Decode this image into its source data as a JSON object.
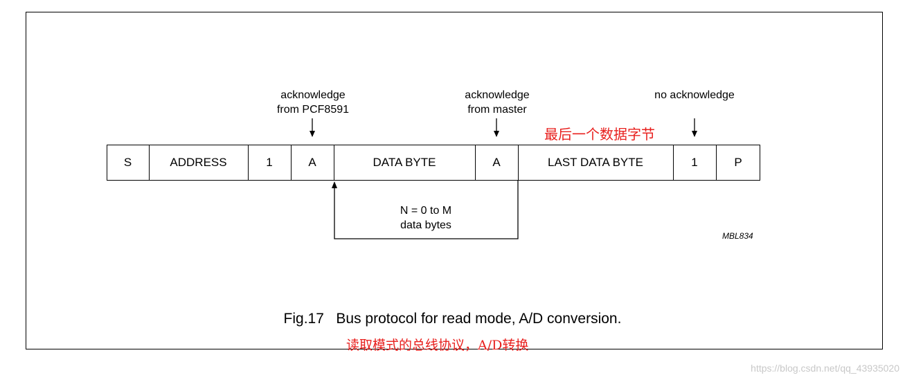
{
  "fields": {
    "s": "S",
    "address": "ADDRESS",
    "rw": "1",
    "ack1": "A",
    "data_byte": "DATA BYTE",
    "ack2": "A",
    "last_data_byte": "LAST DATA BYTE",
    "no_ack": "1",
    "p": "P"
  },
  "annotations": {
    "ack_pcf_line1": "acknowledge",
    "ack_pcf_line2": "from PCF8591",
    "ack_master_line1": "acknowledge",
    "ack_master_line2": "from master",
    "no_ack": "no acknowledge",
    "last_byte_cn": "最后一个数据字节",
    "repeat_line1": "N = 0 to M",
    "repeat_line2": "data bytes"
  },
  "figure_code": "MBL834",
  "caption": "Fig.17   Bus protocol for read mode, A/D conversion.",
  "caption_cn": "读取模式的总线协议，A/D转换",
  "watermark": "https://blog.csdn.net/qq_43935020",
  "colors": {
    "annotation_cn": "#e8201e",
    "watermark": "#c8c8c8"
  }
}
